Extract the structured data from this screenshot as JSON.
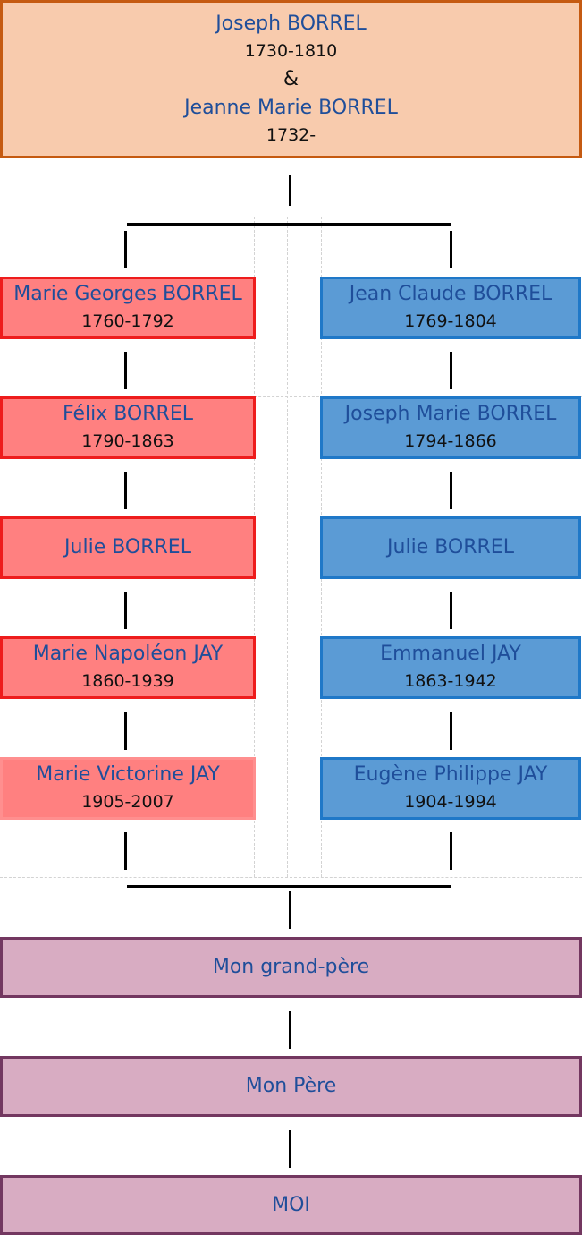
{
  "root": {
    "person1_name": "Joseph BORREL",
    "person1_dates": "1730-1810",
    "and_symbol": "&",
    "person2_name": "Jeanne Marie BORREL",
    "person2_dates": "1732-"
  },
  "left_branch": [
    {
      "name": "Marie Georges BORREL",
      "dates": "1760-1792"
    },
    {
      "name": "Félix BORREL",
      "dates": "1790-1863"
    },
    {
      "name": "Julie BORREL",
      "dates": ""
    },
    {
      "name": "Marie Napoléon JAY",
      "dates": "1860-1939"
    },
    {
      "name": "Marie Victorine JAY",
      "dates": "1905-2007"
    }
  ],
  "right_branch": [
    {
      "name": "Jean Claude BORREL",
      "dates": "1769-1804"
    },
    {
      "name": "Joseph Marie BORREL",
      "dates": "1794-1866"
    },
    {
      "name": "Julie BORREL",
      "dates": ""
    },
    {
      "name": "Emmanuel JAY",
      "dates": "1863-1942"
    },
    {
      "name": "Eugène Philippe JAY",
      "dates": "1904-1994"
    }
  ],
  "descendants": [
    {
      "name": "Mon grand-père"
    },
    {
      "name": "Mon Père"
    },
    {
      "name": "MOI"
    }
  ],
  "colors": {
    "top_fill": "#f8cbad",
    "left_fill": "#ff8080",
    "right_fill": "#5b9bd5",
    "bottom_fill": "#d8acc2",
    "name_text": "#1f4e9a"
  }
}
